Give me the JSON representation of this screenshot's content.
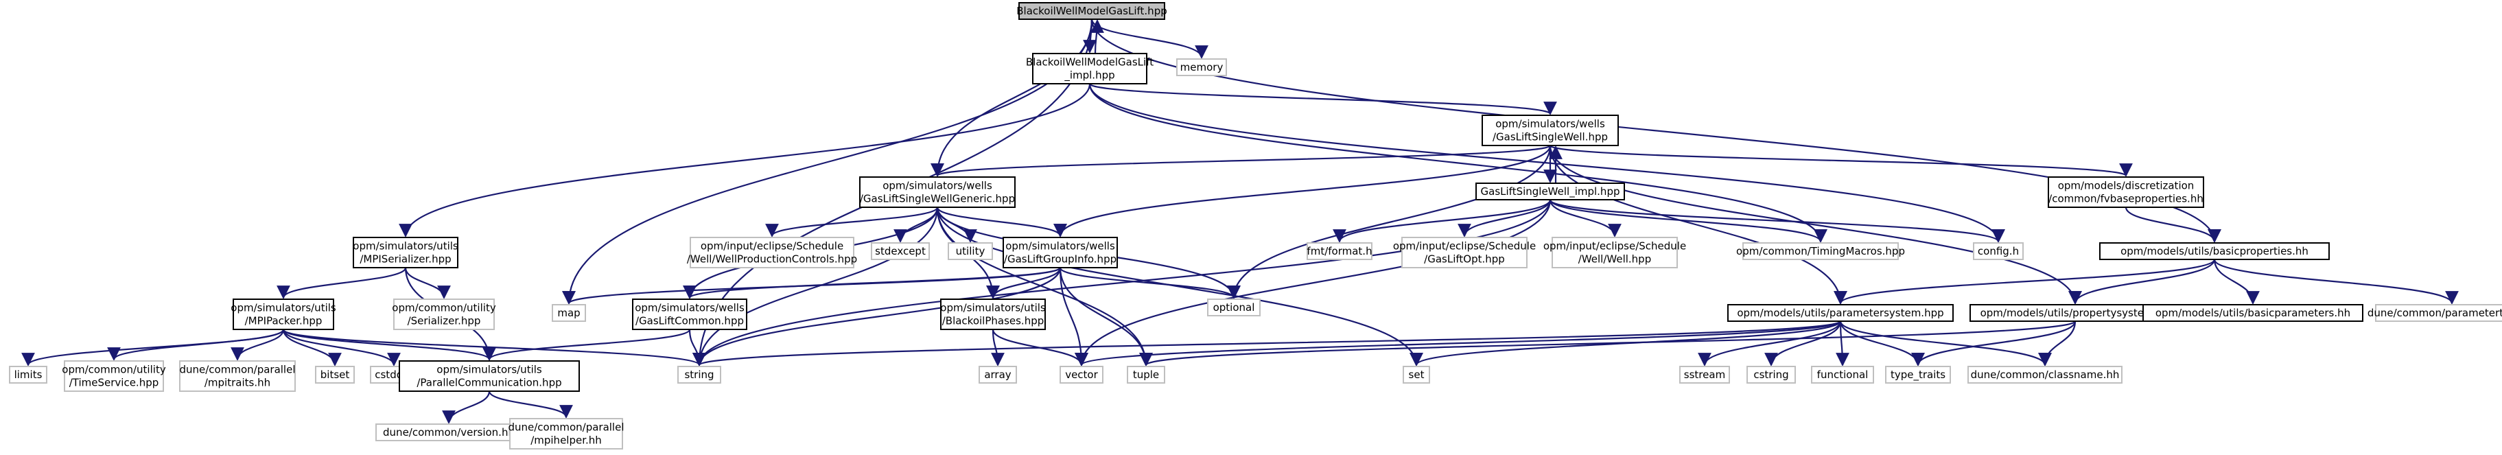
{
  "diagram": {
    "kind": "include-dependency-graph",
    "colors": {
      "edge": "#191970",
      "root_fill": "#bfbfbf",
      "external_border": "#bfbfbf",
      "internal_border": "#000000"
    },
    "nodes": [
      {
        "id": "root",
        "lines": [
          "BlackoilWellModelGasLift.hpp"
        ],
        "type": "root"
      },
      {
        "id": "impl",
        "lines": [
          "BlackoilWellModelGasLift",
          "_impl.hpp"
        ],
        "type": "int"
      },
      {
        "id": "memory",
        "lines": [
          "memory"
        ],
        "type": "ext"
      },
      {
        "id": "glsw",
        "lines": [
          "opm/simulators/wells",
          "/GasLiftSingleWell.hpp"
        ],
        "type": "int"
      },
      {
        "id": "glswg",
        "lines": [
          "opm/simulators/wells",
          "/GasLiftSingleWellGeneric.hpp"
        ],
        "type": "int"
      },
      {
        "id": "glswi",
        "lines": [
          "GasLiftSingleWell_impl.hpp"
        ],
        "type": "int"
      },
      {
        "id": "fvbase",
        "lines": [
          "opm/models/discretization",
          "/common/fvbaseproperties.hh"
        ],
        "type": "int"
      },
      {
        "id": "mpiser",
        "lines": [
          "opm/simulators/utils",
          "/MPISerializer.hpp"
        ],
        "type": "int"
      },
      {
        "id": "wpc",
        "lines": [
          "opm/input/eclipse/Schedule",
          "/Well/WellProductionControls.hpp"
        ],
        "type": "ext"
      },
      {
        "id": "stdexc",
        "lines": [
          "stdexcept"
        ],
        "type": "ext"
      },
      {
        "id": "utility",
        "lines": [
          "utility"
        ],
        "type": "ext"
      },
      {
        "id": "glgi",
        "lines": [
          "opm/simulators/wells",
          "/GasLiftGroupInfo.hpp"
        ],
        "type": "int"
      },
      {
        "id": "fmt",
        "lines": [
          "fmt/format.h"
        ],
        "type": "ext"
      },
      {
        "id": "glopt",
        "lines": [
          "opm/input/eclipse/Schedule",
          "/GasLiftOpt.hpp"
        ],
        "type": "ext"
      },
      {
        "id": "wellhpp",
        "lines": [
          "opm/input/eclipse/Schedule",
          "/Well/Well.hpp"
        ],
        "type": "ext"
      },
      {
        "id": "timing",
        "lines": [
          "opm/common/TimingMacros.hpp"
        ],
        "type": "ext"
      },
      {
        "id": "config",
        "lines": [
          "config.h"
        ],
        "type": "ext"
      },
      {
        "id": "basicprop",
        "lines": [
          "opm/models/utils/basicproperties.hh"
        ],
        "type": "int"
      },
      {
        "id": "serializer",
        "lines": [
          "opm/common/utility",
          "/Serializer.hpp"
        ],
        "type": "ext"
      },
      {
        "id": "mpipacker",
        "lines": [
          "opm/simulators/utils",
          "/MPIPacker.hpp"
        ],
        "type": "int"
      },
      {
        "id": "map",
        "lines": [
          "map"
        ],
        "type": "ext"
      },
      {
        "id": "glcommon",
        "lines": [
          "opm/simulators/wells",
          "/GasLiftCommon.hpp"
        ],
        "type": "int"
      },
      {
        "id": "bophases",
        "lines": [
          "opm/simulators/utils",
          "/BlackoilPhases.hpp"
        ],
        "type": "int"
      },
      {
        "id": "optional",
        "lines": [
          "optional"
        ],
        "type": "ext"
      },
      {
        "id": "paramsys",
        "lines": [
          "opm/models/utils/parametersystem.hpp"
        ],
        "type": "int"
      },
      {
        "id": "propsys",
        "lines": [
          "opm/models/utils/propertysystem.hh"
        ],
        "type": "int"
      },
      {
        "id": "basicparams",
        "lines": [
          "opm/models/utils/basicparameters.hh"
        ],
        "type": "int"
      },
      {
        "id": "paramtree",
        "lines": [
          "dune/common/parametertree.hh"
        ],
        "type": "ext"
      },
      {
        "id": "limits",
        "lines": [
          "limits"
        ],
        "type": "ext"
      },
      {
        "id": "timeservice",
        "lines": [
          "opm/common/utility",
          "/TimeService.hpp"
        ],
        "type": "ext"
      },
      {
        "id": "mpitraits",
        "lines": [
          "dune/common/parallel",
          "/mpitraits.hh"
        ],
        "type": "ext"
      },
      {
        "id": "bitset",
        "lines": [
          "bitset"
        ],
        "type": "ext"
      },
      {
        "id": "cstddef",
        "lines": [
          "cstddef"
        ],
        "type": "ext"
      },
      {
        "id": "parcomm",
        "lines": [
          "opm/simulators/utils",
          "/ParallelCommunication.hpp"
        ],
        "type": "int"
      },
      {
        "id": "string",
        "lines": [
          "string"
        ],
        "type": "ext"
      },
      {
        "id": "array",
        "lines": [
          "array"
        ],
        "type": "ext"
      },
      {
        "id": "vector",
        "lines": [
          "vector"
        ],
        "type": "ext"
      },
      {
        "id": "tuple",
        "lines": [
          "tuple"
        ],
        "type": "ext"
      },
      {
        "id": "set",
        "lines": [
          "set"
        ],
        "type": "ext"
      },
      {
        "id": "sstream",
        "lines": [
          "sstream"
        ],
        "type": "ext"
      },
      {
        "id": "cstring",
        "lines": [
          "cstring"
        ],
        "type": "ext"
      },
      {
        "id": "functional",
        "lines": [
          "functional"
        ],
        "type": "ext"
      },
      {
        "id": "typetraits",
        "lines": [
          "type_traits"
        ],
        "type": "ext"
      },
      {
        "id": "classname",
        "lines": [
          "dune/common/classname.hh"
        ],
        "type": "ext"
      },
      {
        "id": "version",
        "lines": [
          "dune/common/version.hh"
        ],
        "type": "ext"
      },
      {
        "id": "mpihelper",
        "lines": [
          "dune/common/parallel",
          "/mpihelper.hh"
        ],
        "type": "ext"
      }
    ],
    "edges": [
      [
        "root",
        "impl"
      ],
      [
        "root",
        "memory"
      ],
      [
        "root",
        "glswg"
      ],
      [
        "root",
        "map"
      ],
      [
        "root",
        "string"
      ],
      [
        "root",
        "basicprop"
      ],
      [
        "impl",
        "root"
      ],
      [
        "impl",
        "glsw"
      ],
      [
        "impl",
        "mpiser"
      ],
      [
        "impl",
        "timing"
      ],
      [
        "impl",
        "config"
      ],
      [
        "glsw",
        "glswg"
      ],
      [
        "glsw",
        "glswi"
      ],
      [
        "glsw",
        "glgi"
      ],
      [
        "glsw",
        "optional"
      ],
      [
        "glsw",
        "fvbase"
      ],
      [
        "glsw",
        "propsys"
      ],
      [
        "glsw",
        "paramsys"
      ],
      [
        "glswi",
        "glsw"
      ],
      [
        "glswi",
        "fmt"
      ],
      [
        "glswi",
        "glopt"
      ],
      [
        "glswi",
        "wellhpp"
      ],
      [
        "glswi",
        "timing"
      ],
      [
        "glswi",
        "config"
      ],
      [
        "glswi",
        "string"
      ],
      [
        "glswi",
        "vector"
      ],
      [
        "glswg",
        "wpc"
      ],
      [
        "glswg",
        "stdexc"
      ],
      [
        "glswg",
        "utility"
      ],
      [
        "glswg",
        "glgi"
      ],
      [
        "glswg",
        "optional"
      ],
      [
        "glswg",
        "glcommon"
      ],
      [
        "glswg",
        "bophases"
      ],
      [
        "glswg",
        "string"
      ],
      [
        "glswg",
        "tuple"
      ],
      [
        "glswg",
        "set"
      ],
      [
        "glgi",
        "map"
      ],
      [
        "glgi",
        "glcommon"
      ],
      [
        "glgi",
        "bophases"
      ],
      [
        "glgi",
        "optional"
      ],
      [
        "glgi",
        "string"
      ],
      [
        "glgi",
        "vector"
      ],
      [
        "glgi",
        "tuple"
      ],
      [
        "fvbase",
        "basicprop"
      ],
      [
        "basicprop",
        "paramsys"
      ],
      [
        "basicprop",
        "propsys"
      ],
      [
        "basicprop",
        "basicparams"
      ],
      [
        "basicprop",
        "paramtree"
      ],
      [
        "mpiser",
        "mpipacker"
      ],
      [
        "mpiser",
        "serializer"
      ],
      [
        "mpiser",
        "parcomm"
      ],
      [
        "mpipacker",
        "limits"
      ],
      [
        "mpipacker",
        "timeservice"
      ],
      [
        "mpipacker",
        "mpitraits"
      ],
      [
        "mpipacker",
        "bitset"
      ],
      [
        "mpipacker",
        "cstddef"
      ],
      [
        "mpipacker",
        "parcomm"
      ],
      [
        "mpipacker",
        "string"
      ],
      [
        "glcommon",
        "parcomm"
      ],
      [
        "glcommon",
        "string"
      ],
      [
        "bophases",
        "array"
      ],
      [
        "bophases",
        "vector"
      ],
      [
        "parcomm",
        "version"
      ],
      [
        "parcomm",
        "mpihelper"
      ],
      [
        "paramsys",
        "string"
      ],
      [
        "paramsys",
        "vector"
      ],
      [
        "paramsys",
        "set"
      ],
      [
        "paramsys",
        "sstream"
      ],
      [
        "paramsys",
        "cstring"
      ],
      [
        "paramsys",
        "functional"
      ],
      [
        "paramsys",
        "typetraits"
      ],
      [
        "paramsys",
        "classname"
      ],
      [
        "propsys",
        "tuple"
      ],
      [
        "propsys",
        "typetraits"
      ],
      [
        "propsys",
        "classname"
      ]
    ]
  }
}
